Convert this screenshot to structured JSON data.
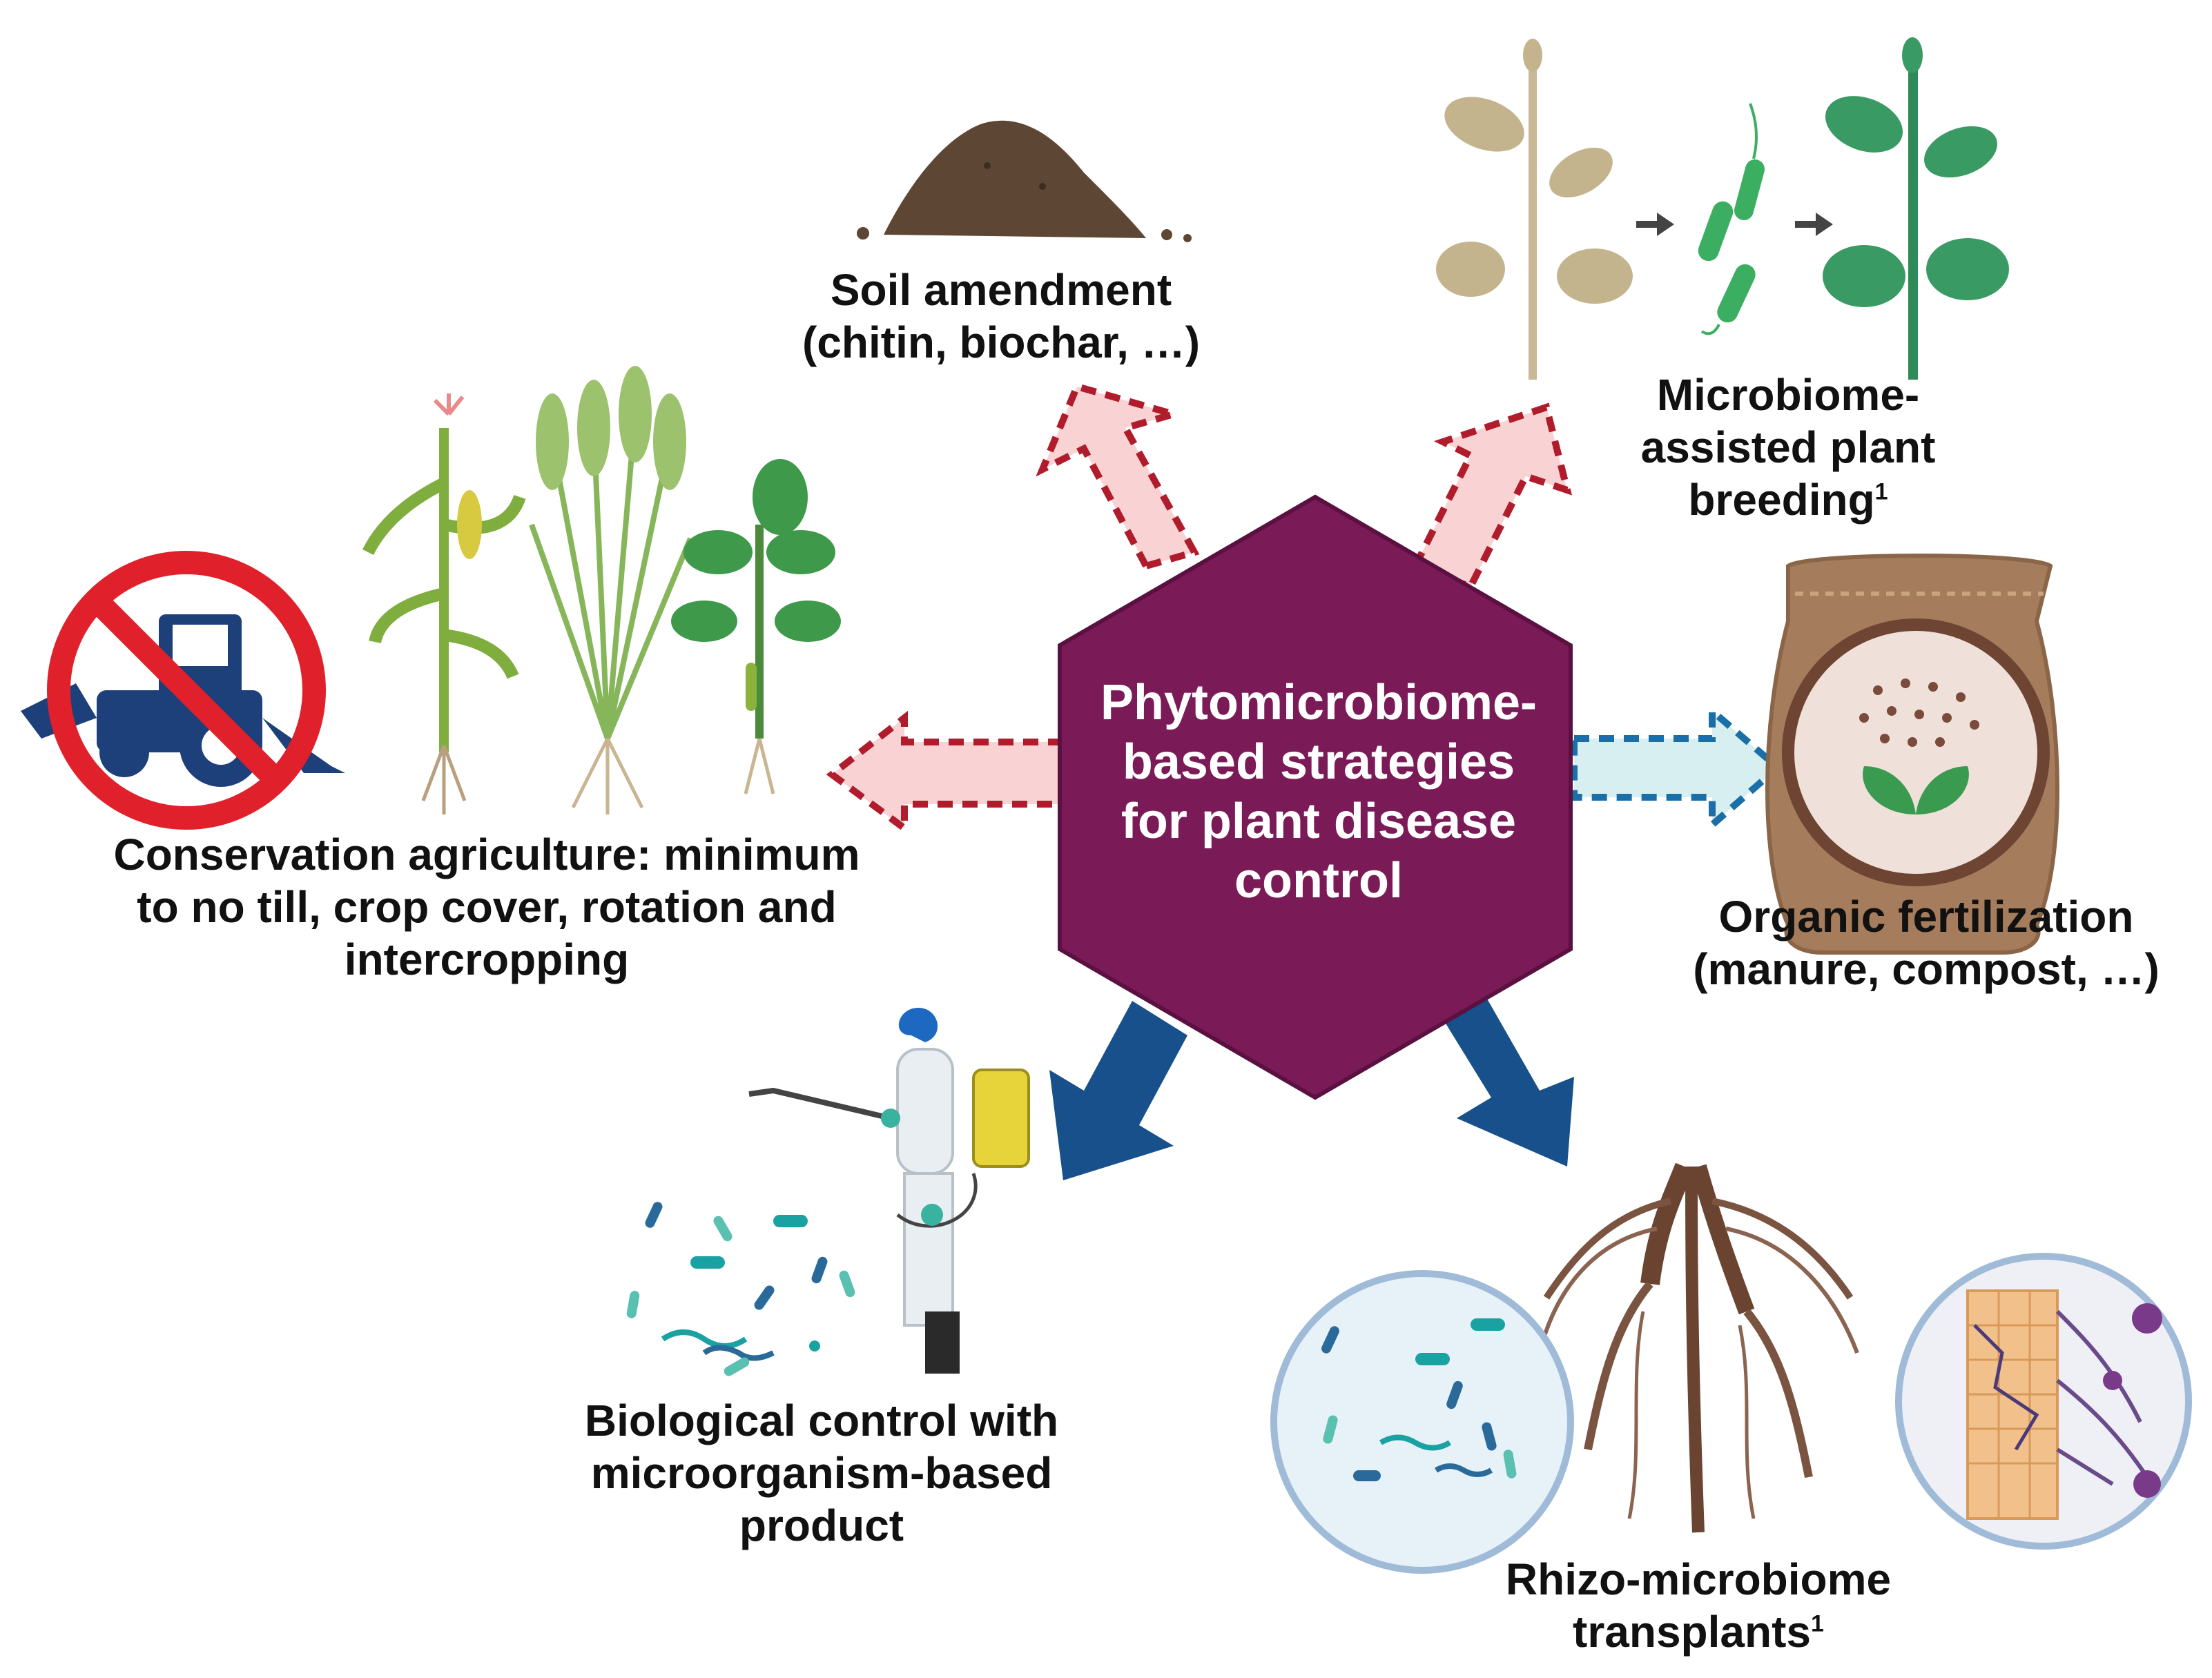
{
  "center": {
    "lines": [
      "Phytomicrobiome-",
      "based strategies",
      "for plant disease",
      "control"
    ],
    "fill": "#7a1a56"
  },
  "labels": {
    "soil": {
      "lines": [
        "Soil amendment",
        "(chitin, biochar, …)"
      ]
    },
    "breeding": {
      "lines": [
        "Microbiome-",
        "assisted plant",
        "breeding"
      ],
      "superscript": "1"
    },
    "conservation": {
      "lines": [
        "Conservation agriculture:  minimum",
        "to no till, crop cover, rotation and",
        "intercropping"
      ]
    },
    "organic": {
      "lines": [
        "Organic fertilization",
        "(manure, compost, …)"
      ]
    },
    "biocontrol": {
      "lines": [
        "Biological control with",
        "microorganism-based",
        "product"
      ]
    },
    "rhizo": {
      "lines": [
        "Rhizo-microbiome",
        "transplants"
      ],
      "superscript": "1"
    }
  },
  "colors": {
    "dashed_red_fill": "#f9d3d3",
    "dashed_red_stroke": "#b01c2c",
    "dashed_blue_fill": "#d8eff2",
    "dashed_blue_stroke": "#1a6fa8",
    "solid_blue_arrow": "#17508a",
    "prohibition_red": "#e0202a",
    "tractor_blue": "#1d3f7a"
  },
  "icons": [
    "soil-pile-icon",
    "plant-breeding-icon",
    "tractor-prohibited-icon",
    "corn-plant-icon",
    "wheat-plant-icon",
    "soybean-plant-icon",
    "fertilizer-bag-icon",
    "sprayer-worker-icon",
    "bacteria-cluster-icon",
    "root-system-icon",
    "microbes-circle-icon",
    "root-tissue-circle-icon"
  ]
}
